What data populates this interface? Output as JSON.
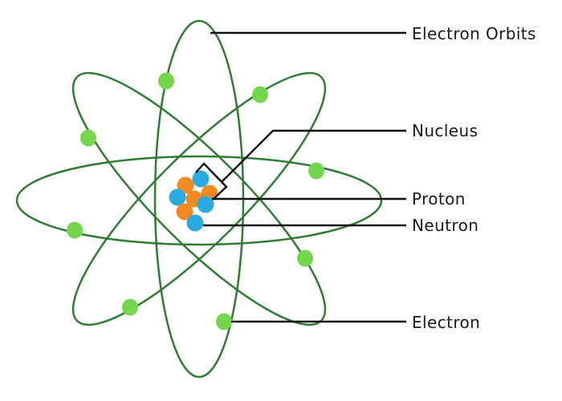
{
  "diagram": {
    "title": "Atom structure diagram",
    "labels": {
      "electron_orbits": "Electron Orbits",
      "nucleus": "Nucleus",
      "proton": "Proton",
      "neutron": "Neutron",
      "electron": "Electron"
    },
    "particle_counts": {
      "orbits": 4,
      "electrons": 8,
      "protons": 4,
      "neutrons": 4
    },
    "colors": {
      "background": "#ffffff",
      "orbit_stroke": "#2f7d32",
      "electron_fill": "#74d64b",
      "proton_fill": "#f28a21",
      "neutron_fill": "#29abe2",
      "callout_line": "#111111",
      "label_text": "#1a1a1a"
    }
  }
}
